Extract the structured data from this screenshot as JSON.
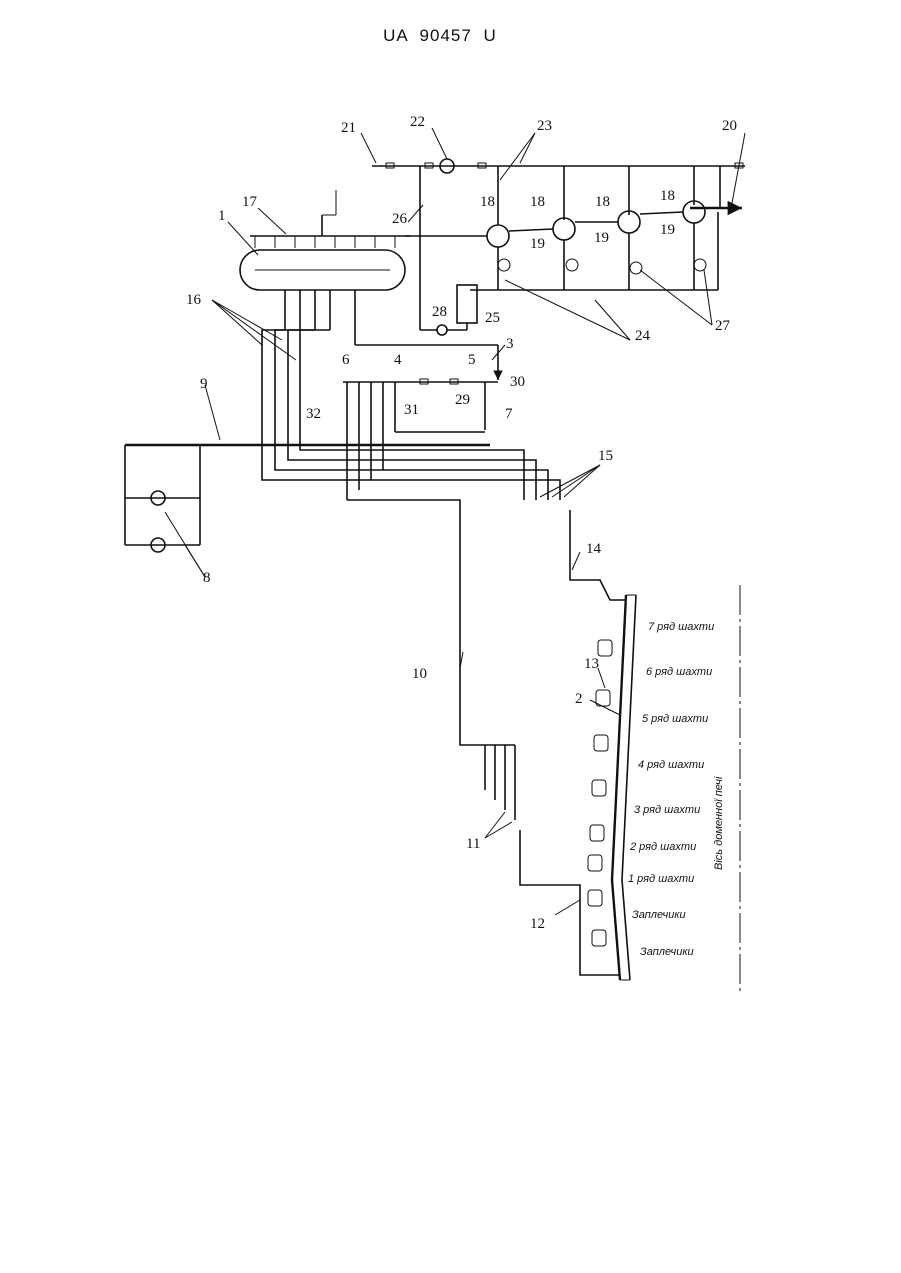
{
  "header": {
    "document_id": "UA   90457   U"
  },
  "labels": {
    "l1": "1",
    "l2": "2",
    "l3": "3",
    "l4": "4",
    "l5": "5",
    "l6": "6",
    "l7": "7",
    "l8": "8",
    "l9": "9",
    "l10": "10",
    "l11": "11",
    "l12": "12",
    "l13": "13",
    "l14": "14",
    "l15": "15",
    "l16": "16",
    "l17": "17",
    "l18a": "18",
    "l18b": "18",
    "l18c": "18",
    "l18d": "18",
    "l19a": "19",
    "l19b": "19",
    "l19c": "19",
    "l20": "20",
    "l21": "21",
    "l22": "22",
    "l23": "23",
    "l24": "24",
    "l25": "25",
    "l26": "26",
    "l27": "27",
    "l28": "28",
    "l29": "29",
    "l30": "30",
    "l31": "31",
    "l32": "32"
  },
  "furnace": {
    "rows": [
      "7 ряд шахти",
      "6 ряд шахти",
      "5 ряд шахти",
      "4 ряд шахти",
      "3 ряд шахти",
      "2 ряд шахти",
      "1 ряд шахти",
      "Заплечики",
      "Заплечики"
    ],
    "axis_label": "Вісь доменної печі"
  }
}
